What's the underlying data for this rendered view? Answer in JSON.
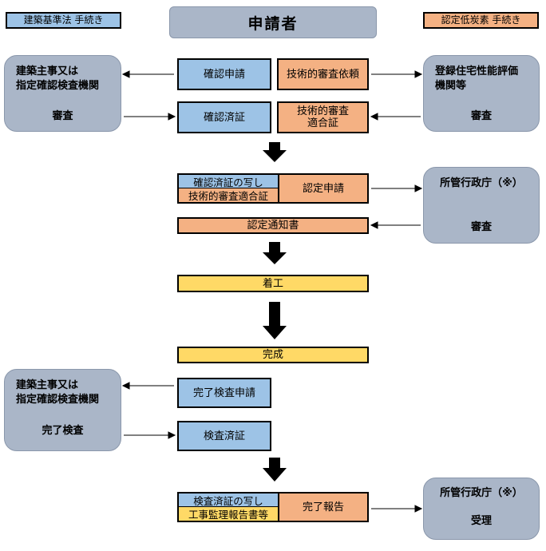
{
  "legend": {
    "building_standards": "建築基準法 手続き",
    "low_carbon": "認定低炭素 手続き"
  },
  "header": {
    "applicant": "申請者"
  },
  "actors": {
    "inspection_body_1": {
      "line1": "建築主事又は",
      "line2": "指定確認検査機関",
      "action": "審査"
    },
    "evaluation_body": {
      "line1": "登録住宅性能評価",
      "line2": "機関等",
      "action": "審査"
    },
    "admin_office_1": {
      "name": "所管行政庁（※）",
      "action": "審査"
    },
    "inspection_body_2": {
      "line1": "建築主事又は",
      "line2": "指定確認検査機関",
      "action": "完了検査"
    },
    "admin_office_2": {
      "name": "所管行政庁（※）",
      "action": "受理"
    }
  },
  "steps": {
    "confirmation_application": "確認申請",
    "technical_review_request": "技術的審査依頼",
    "confirmation_certificate": "確認済証",
    "technical_review_cert_line1": "技術的審査",
    "technical_review_cert_line2": "適合証",
    "copy_of_confirmation": "確認済証の写し",
    "technical_review_compliance": "技術的審査適合証",
    "certification_application": "認定申請",
    "certification_notice": "認定通知書",
    "construction_start": "着工",
    "completion": "完成",
    "completion_inspection_application": "完了検査申請",
    "inspection_certificate": "検査済証",
    "copy_of_inspection_cert": "検査済証の写し",
    "construction_supervision_report": "工事監理報告書等",
    "completion_report": "完了報告"
  },
  "colors": {
    "building_standards": "#9dc3e6",
    "low_carbon": "#f4b183",
    "construction": "#ffd966",
    "actor": "#aab6c8"
  }
}
